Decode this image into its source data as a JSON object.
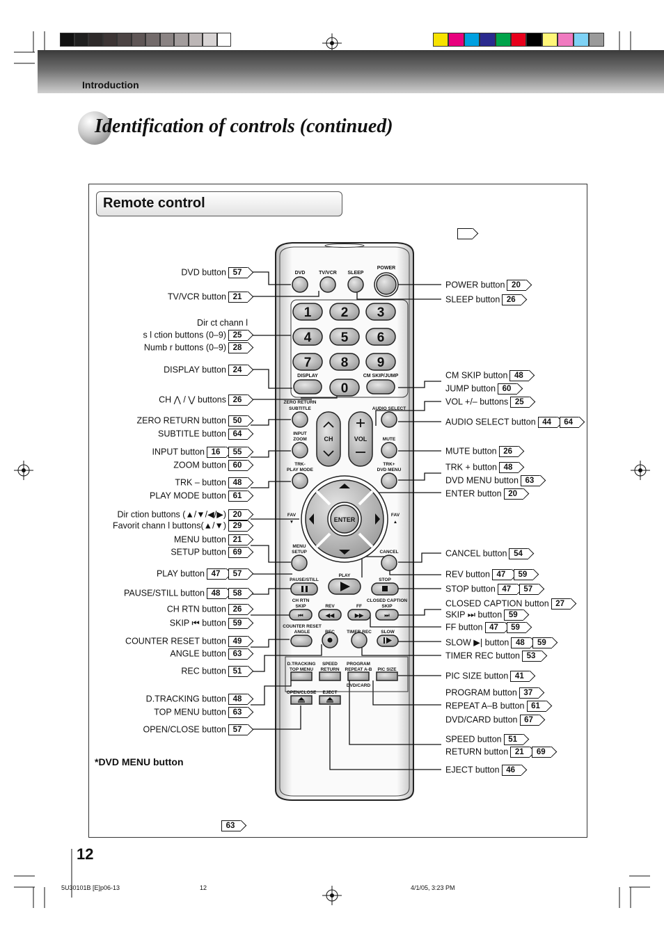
{
  "header": {
    "section": "Introduction",
    "title": "Identification of controls (continued)",
    "gray_swatches": [
      "#111111",
      "#1f1f1f",
      "#2e2a2a",
      "#3d3535",
      "#4c4444",
      "#5f5656",
      "#736b6b",
      "#8a8383",
      "#a29c9c",
      "#bcb6b6",
      "#d8d4d4",
      "#ffffff"
    ],
    "color_swatches": [
      "#f7e200",
      "#e8007e",
      "#00a0e0",
      "#2a2a8f",
      "#00a34a",
      "#e8001c",
      "#000000",
      "#fff678",
      "#f07ac0",
      "#7ed2f5",
      "#9a9a9a"
    ]
  },
  "panel": {
    "heading": "Remote control",
    "footnote": "*DVD MENU button",
    "bottom_ref": "63"
  },
  "left_labels": [
    {
      "text": "DVD button",
      "refs": [
        "57"
      ]
    },
    {
      "text": "TV/VCR button",
      "refs": [
        "21"
      ]
    },
    {
      "text": "Dir  ct chann  l",
      "refs": []
    },
    {
      "text": "s  l  ction buttons (0–9)",
      "refs": [
        "25"
      ]
    },
    {
      "text": "Numb  r buttons (0–9)",
      "refs": [
        "28"
      ]
    },
    {
      "text": "DISPLAY button",
      "refs": [
        "24"
      ]
    },
    {
      "text": "CH ⋀ / ⋁ buttons",
      "refs": [
        "26"
      ]
    },
    {
      "text": "ZERO RETURN button",
      "refs": [
        "50"
      ]
    },
    {
      "text": "SUBTITLE button",
      "refs": [
        "64"
      ]
    },
    {
      "text": "INPUT button",
      "refs": [
        "16",
        "55"
      ]
    },
    {
      "text": "ZOOM button",
      "refs": [
        "60"
      ]
    },
    {
      "text": "TRK – button",
      "refs": [
        "48"
      ]
    },
    {
      "text": "PLAY MODE button",
      "refs": [
        "61"
      ]
    },
    {
      "text": "Dir  ction buttons (▲/▼/◀/▶)",
      "refs": [
        "20"
      ]
    },
    {
      "text": "Favorit   chann  l buttons(▲/▼)",
      "refs": [
        "29"
      ]
    },
    {
      "text": "MENU button",
      "refs": [
        "21"
      ]
    },
    {
      "text": "SETUP button",
      "refs": [
        "69"
      ]
    },
    {
      "text": "PLAY button",
      "refs": [
        "47",
        "57"
      ]
    },
    {
      "text": "PAUSE/STILL button",
      "refs": [
        "48",
        "58"
      ]
    },
    {
      "text": "CH RTN button",
      "refs": [
        "26"
      ]
    },
    {
      "text": "SKIP ⏮ button",
      "refs": [
        "59"
      ]
    },
    {
      "text": "COUNTER RESET button",
      "refs": [
        "49"
      ]
    },
    {
      "text": "ANGLE button",
      "refs": [
        "63"
      ]
    },
    {
      "text": "REC button",
      "refs": [
        "51"
      ]
    },
    {
      "text": "D.TRACKING button",
      "refs": [
        "48"
      ]
    },
    {
      "text": "TOP MENU button",
      "refs": [
        "63"
      ]
    },
    {
      "text": "OPEN/CLOSE button",
      "refs": [
        "57"
      ]
    }
  ],
  "right_labels": [
    {
      "text": "POWER button",
      "refs": [
        "20"
      ]
    },
    {
      "text": "SLEEP button",
      "refs": [
        "26"
      ]
    },
    {
      "text": "CM SKIP button",
      "refs": [
        "48"
      ]
    },
    {
      "text": "JUMP button",
      "refs": [
        "60"
      ]
    },
    {
      "text": "VOL +/–  buttons",
      "refs": [
        "25"
      ]
    },
    {
      "text": "AUDIO SELECT button",
      "refs": [
        "44",
        "64"
      ]
    },
    {
      "text": "MUTE button",
      "refs": [
        "26"
      ]
    },
    {
      "text": "TRK + button",
      "refs": [
        "48"
      ]
    },
    {
      "text": "DVD MENU button",
      "refs": [
        "63"
      ]
    },
    {
      "text": "ENTER button",
      "refs": [
        "20"
      ]
    },
    {
      "text": "CANCEL button",
      "refs": [
        "54"
      ]
    },
    {
      "text": "REV button",
      "refs": [
        "47",
        "59"
      ]
    },
    {
      "text": "STOP button",
      "refs": [
        "47",
        "57"
      ]
    },
    {
      "text": "CLOSED CAPTION button",
      "refs": [
        "27"
      ]
    },
    {
      "text": "SKIP ⏭ button",
      "refs": [
        "59"
      ]
    },
    {
      "text": "FF button",
      "refs": [
        "47",
        "59"
      ]
    },
    {
      "text": "SLOW ▶| button",
      "refs": [
        "48",
        "59"
      ]
    },
    {
      "text": "TIMER REC button",
      "refs": [
        "53"
      ]
    },
    {
      "text": "PIC SIZE button",
      "refs": [
        "41"
      ]
    },
    {
      "text": "PROGRAM button",
      "refs": [
        "37"
      ]
    },
    {
      "text": "REPEAT A–B button",
      "refs": [
        "61"
      ]
    },
    {
      "text": "DVD/CARD button",
      "refs": [
        "67"
      ]
    },
    {
      "text": "SPEED button",
      "refs": [
        "51"
      ]
    },
    {
      "text": "RETURN button",
      "refs": [
        "21",
        "69"
      ]
    },
    {
      "text": "EJECT button",
      "refs": [
        "46"
      ]
    }
  ],
  "remote": {
    "top_row": [
      "DVD",
      "TV/VCR",
      "SLEEP",
      "POWER"
    ],
    "digits": [
      "1",
      "2",
      "3",
      "4",
      "5",
      "6",
      "7",
      "8",
      "9",
      "0"
    ],
    "display": "DISPLAY",
    "cm_skip": "CM SKIP/JUMP",
    "zero_return": "ZERO RETURN",
    "subtitle": "SUBTITLE",
    "audio_select": "AUDIO SELECT",
    "input": "INPUT",
    "zoom": "ZOOM",
    "ch": "CH",
    "vol": "VOL",
    "mute": "MUTE",
    "trk_minus": "TRK-",
    "play_mode": "PLAY MODE",
    "trk_plus": "TRK+",
    "dvd_menu": "DVD MENU",
    "fav": "FAV",
    "enter": "ENTER",
    "menu": "MENU",
    "setup": "SETUP",
    "cancel": "CANCEL",
    "pause_still": "PAUSE/STILL",
    "play": "PLAY",
    "stop": "STOP",
    "ch_rtn": "CH RTN",
    "skip": "SKIP",
    "rev": "REV",
    "ff": "FF",
    "closed_caption": "CLOSED CAPTION",
    "counter_reset": "COUNTER RESET",
    "angle": "ANGLE",
    "rec": "REC",
    "timer_rec": "TIMER REC",
    "slow": "SLOW",
    "d_tracking": "D.TRACKING",
    "top_menu": "TOP MENU",
    "speed": "SPEED",
    "return": "RETURN",
    "program": "PROGRAM",
    "repeat_ab": "REPEAT A-B",
    "pic_size": "PIC SIZE",
    "dvd_card": "DVD/CARD",
    "open_close": "OPEN/CLOSE",
    "eject": "EJECT"
  },
  "footer": {
    "page_number": "12",
    "file_id": "5U30101B [E]p06-13",
    "page_ref": "12",
    "timestamp": "4/1/05, 3:23 PM"
  }
}
